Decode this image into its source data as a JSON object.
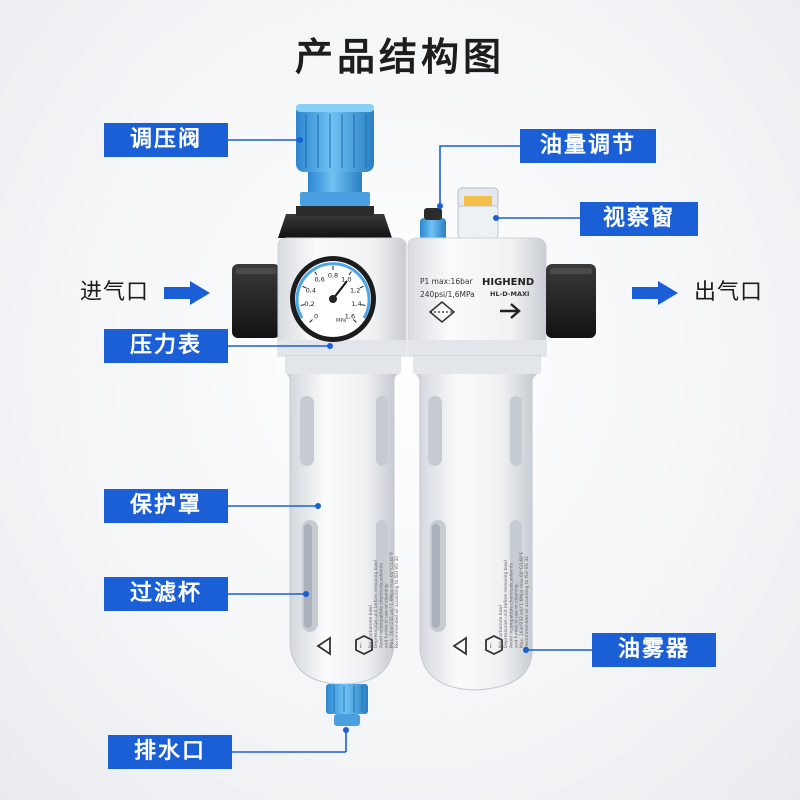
{
  "title": "产品结构图",
  "labels": {
    "pressure_valve": "调压阀",
    "oil_adjust": "油量调节",
    "sight_window": "视察窗",
    "inlet": "进气口",
    "outlet": "出气口",
    "gauge": "压力表",
    "guard": "保护罩",
    "filter_cup": "过滤杯",
    "oil_mist": "油雾器",
    "drain": "排水口"
  },
  "gauge": {
    "ticks": [
      "0",
      "0,2",
      "0,4",
      "0,6",
      "0,8",
      "1,0",
      "1,2",
      "1,4",
      "1,6"
    ],
    "unit": "MPa"
  },
  "product": {
    "spec_line1": "P1 max:16bar",
    "spec_line2": "240psi/1,6MPa",
    "brand": "HIGHEND",
    "model": "HL-D-MAXI"
  },
  "bowl_text": [
    "Polycarbonate bowl",
    "Depressurize unit before removing bowl",
    "Avoid incompatible chemicals,solvents",
    "and fumes in use or cleaning.",
    "Max. 16ar/232 psi/ 1.6Mpa max.60°C/140°F",
    "Recommended oil according to ISO VG 32"
  ],
  "colors": {
    "accent": "#1a5fd6",
    "blue_part": "#4aa8e8",
    "body_white": "#f2f3f5",
    "black": "#1e1e1e"
  }
}
